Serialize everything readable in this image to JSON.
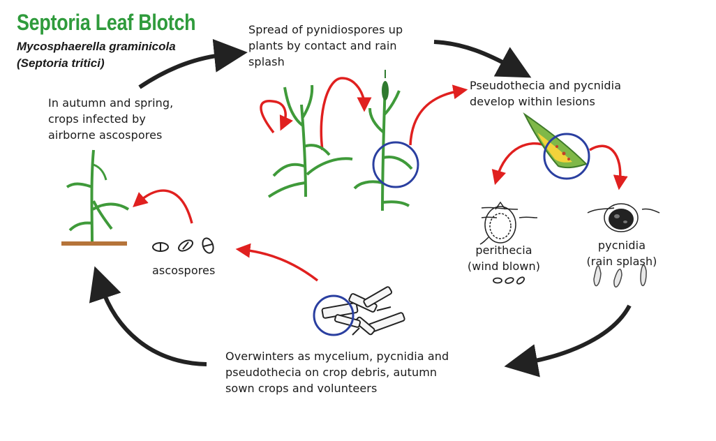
{
  "title": "Septoria Leaf Blotch",
  "subtitle_line1": "Mycosphaerella graminicola",
  "subtitle_line2": "(Septoria tritici)",
  "colors": {
    "title": "#2f9b3c",
    "black_arrow": "#222222",
    "red_arrow": "#e0201f",
    "leaf": "#3f9a3a",
    "circle": "#2a3fa0",
    "soil": "#b5743a"
  },
  "labels": {
    "spread_1": "Spread of pynidiospores up",
    "spread_2": "plants by contact and rain",
    "spread_3": "splash",
    "pseudo_1": "Pseudothecia and pycnidia",
    "pseudo_2": "develop within lesions",
    "autumn_1": "In autumn and spring,",
    "autumn_2": "crops infected by",
    "autumn_3": "airborne ascospores",
    "ascospores": "ascospores",
    "perithecia_1": "perithecia",
    "perithecia_2": "(wind blown)",
    "pycnidia_1": "pycnidia",
    "pycnidia_2": "(rain splash)",
    "overwinter_1": "Overwinters as mycelium, pycnidia and",
    "overwinter_2": "pseudothecia on crop debris, autumn",
    "overwinter_3": "sown crops and volunteers"
  }
}
